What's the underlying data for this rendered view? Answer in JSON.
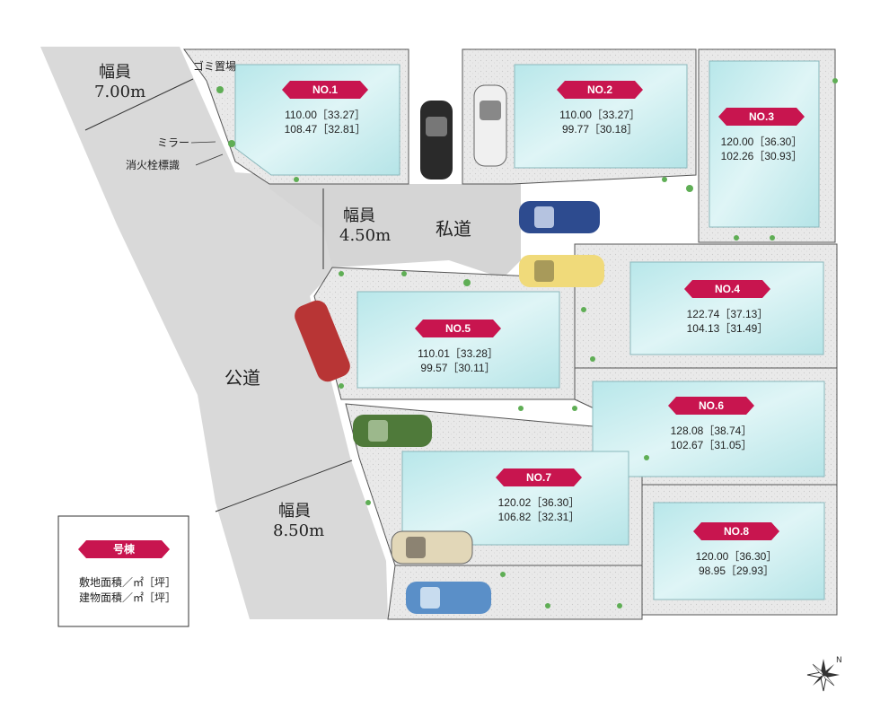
{
  "roads": {
    "north_road": {
      "label": "幅員",
      "width": "7.00m"
    },
    "public_road": {
      "label": "公道"
    },
    "private_road": {
      "label": "私道",
      "width_label": "幅員",
      "width": "4.50m"
    },
    "south_road": {
      "label": "幅員",
      "width": "8.50m"
    }
  },
  "annotations": {
    "garbage": "ゴミ置場",
    "mirror": "ミラー",
    "hydrant_sign": "消火栓標識"
  },
  "lots": [
    {
      "no": "NO.1",
      "site_area": "110.00［33.27］",
      "building_area": "108.47［32.81］"
    },
    {
      "no": "NO.2",
      "site_area": "110.00［33.27］",
      "building_area": "99.77［30.18］"
    },
    {
      "no": "NO.3",
      "site_area": "120.00［36.30］",
      "building_area": "102.26［30.93］"
    },
    {
      "no": "NO.4",
      "site_area": "122.74［37.13］",
      "building_area": "104.13［31.49］"
    },
    {
      "no": "NO.5",
      "site_area": "110.01［33.28］",
      "building_area": "99.57［30.11］"
    },
    {
      "no": "NO.6",
      "site_area": "128.08［38.74］",
      "building_area": "102.67［31.05］"
    },
    {
      "no": "NO.7",
      "site_area": "120.02［36.30］",
      "building_area": "106.82［32.31］"
    },
    {
      "no": "NO.8",
      "site_area": "120.00［36.30］",
      "building_area": "98.95［29.93］"
    }
  ],
  "legend": {
    "badge": "号棟",
    "line1": "敷地面積／㎡［坪］",
    "line2": "建物面積／㎡［坪］"
  },
  "colors": {
    "road": "#d8d8d8",
    "lot_ground": "#e8e8e8",
    "building": "#c9eef0",
    "badge": "#c8154f"
  },
  "cars": [
    "black",
    "white",
    "blue",
    "yellow",
    "red",
    "green",
    "beige",
    "blue"
  ],
  "compass": "compass-rose-icon"
}
